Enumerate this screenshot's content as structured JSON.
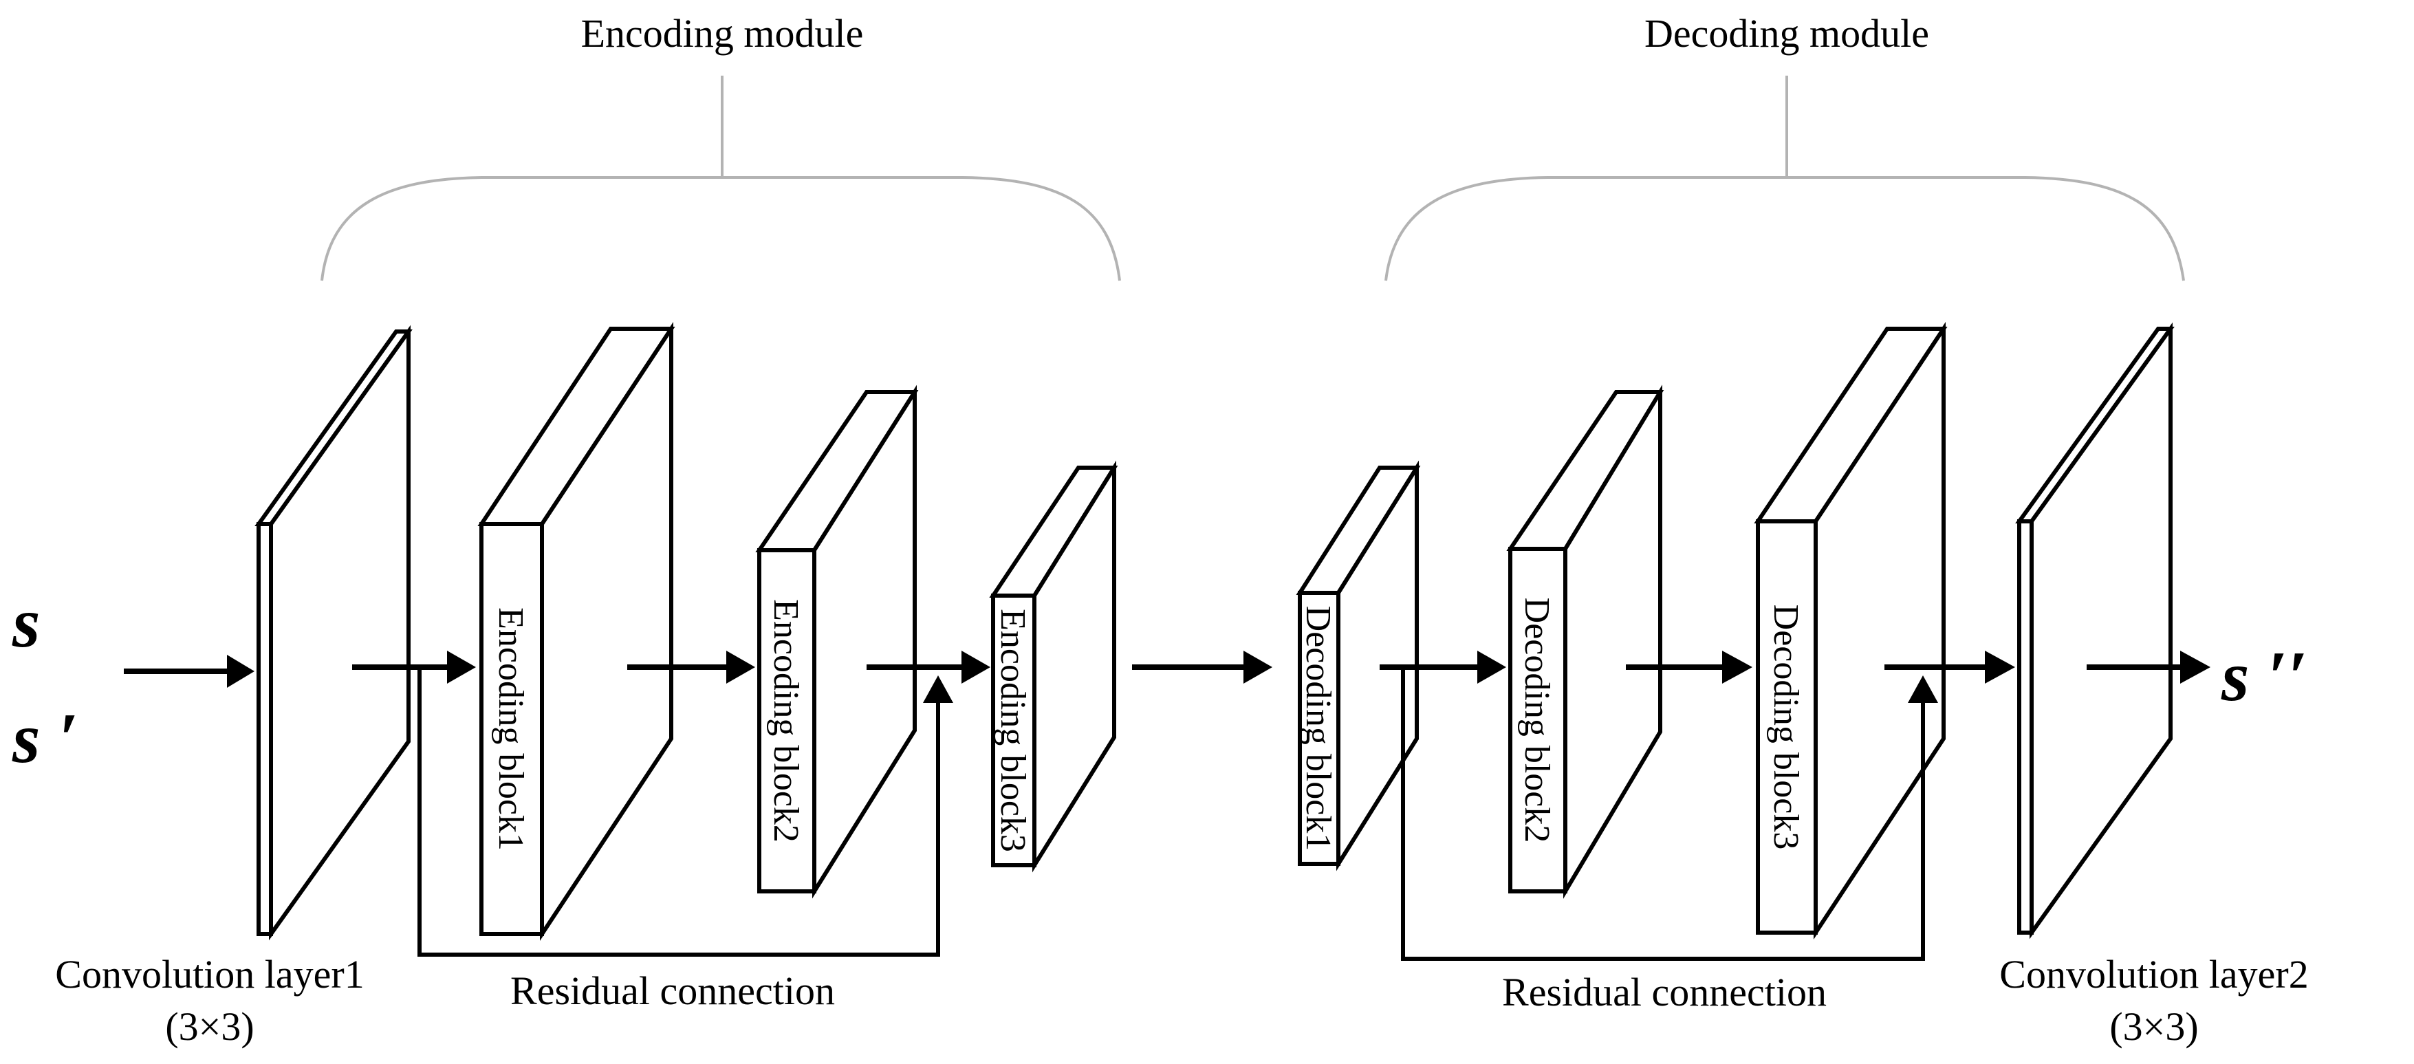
{
  "modules": {
    "encoding_title": "Encoding module",
    "decoding_title": "Decoding module"
  },
  "inputs": {
    "s": "s",
    "s_prime": "s ′",
    "output": "s ′′"
  },
  "layers": {
    "conv1_name": "Convolution layer1",
    "conv1_kernel": "(3×3)",
    "conv2_name": "Convolution layer2",
    "conv2_kernel": "(3×3)"
  },
  "blocks": {
    "enc1": "Encoding block1",
    "enc2": "Encoding block2",
    "enc3": "Encoding block3",
    "dec1": "Decoding block1",
    "dec2": "Decoding block2",
    "dec3": "Decoding block3"
  },
  "connections": {
    "residual_encoding": "Residual connection",
    "residual_decoding": "Residual connection"
  }
}
